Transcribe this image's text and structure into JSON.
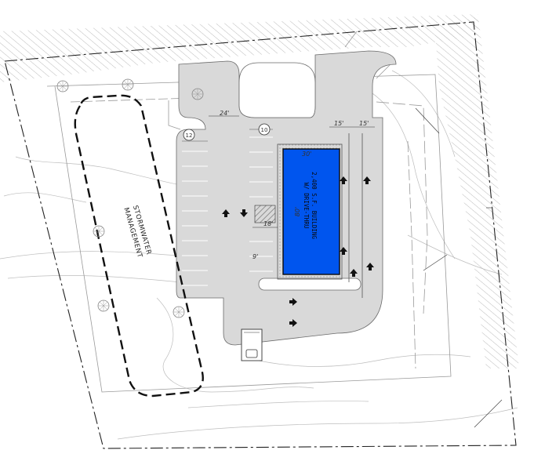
{
  "plan": {
    "building": {
      "line1": "2,400 S.F. BUILDING",
      "line2": "W/ DRIVE-THRU",
      "width_dim": "30'",
      "length_dim": "80'"
    },
    "stormwater": {
      "line1": "STORMWATER",
      "line2": "MANAGEMENT"
    },
    "dimensions": {
      "entrance_width": "24'",
      "lane_left": "15'",
      "lane_right": "15'",
      "hatch_width": "18'",
      "stall_depth": "9'"
    },
    "stall_counts": {
      "left_row": "12",
      "right_row": "10"
    },
    "colors": {
      "pavement": "#d9d9d9",
      "building": "#0055ee",
      "line": "#333333"
    }
  }
}
